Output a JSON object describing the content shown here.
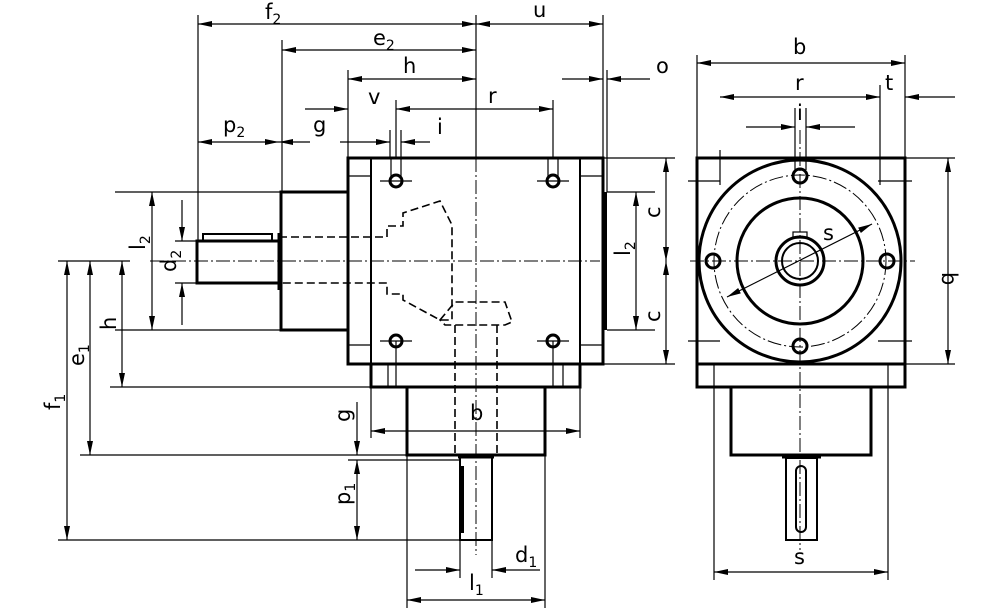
{
  "labels": {
    "f2": {
      "m": "f",
      "s": "2"
    },
    "u": "u",
    "e2": {
      "m": "e",
      "s": "2"
    },
    "h_top": "h",
    "o": "o",
    "v": "v",
    "r_front": "r",
    "g_top": "g",
    "p2": {
      "m": "p",
      "s": "2"
    },
    "i_front": "i",
    "l2_left": {
      "m": "l",
      "s": "2"
    },
    "d2": {
      "m": "d",
      "s": "2"
    },
    "h_left": "h",
    "e1": {
      "m": "e",
      "s": "1"
    },
    "f1": {
      "m": "f",
      "s": "1"
    },
    "g_bottom": "g",
    "p1": {
      "m": "p",
      "s": "1"
    },
    "b_front": "b",
    "d1": {
      "m": "d",
      "s": "1"
    },
    "l1": {
      "m": "l",
      "s": "1"
    },
    "c_upper": "c",
    "c_lower": "c",
    "l2_right": {
      "m": "l",
      "s": "2"
    },
    "b_side_top": "b",
    "r_side": "r",
    "t": "t",
    "i_side": "i",
    "s_diag": "s",
    "b_side_right": "b",
    "s_bottom": "s"
  }
}
